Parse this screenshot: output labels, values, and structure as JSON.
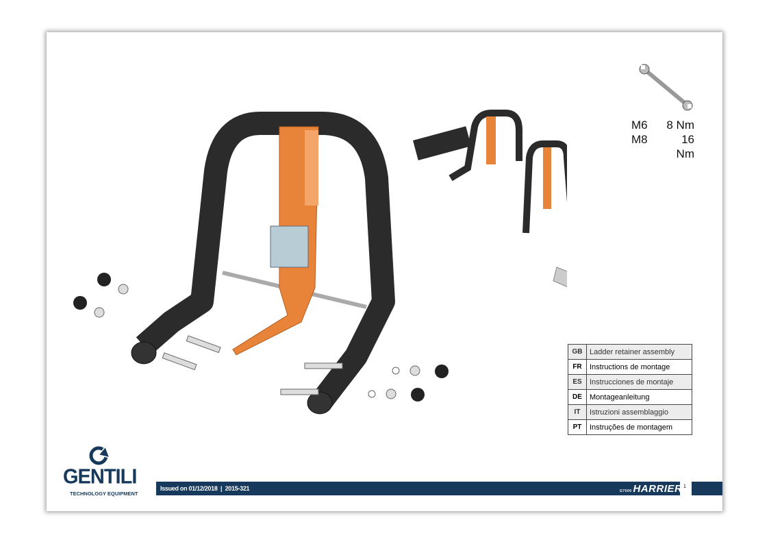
{
  "torque": [
    {
      "size": "M6",
      "value": "8 Nm"
    },
    {
      "size": "M8",
      "value": "16 Nm"
    }
  ],
  "languages": [
    {
      "code": "GB",
      "text": "Ladder retainer assembly"
    },
    {
      "code": "FR",
      "text": "Instructions de montage"
    },
    {
      "code": "ES",
      "text": "Instrucciones de montaje"
    },
    {
      "code": "DE",
      "text": "Montageanleitung"
    },
    {
      "code": "IT",
      "text": "Istruzioni assemblaggio"
    },
    {
      "code": "PT",
      "text": "Instruções de montagem"
    }
  ],
  "footer": {
    "issued": "Issued on 01/12/2018",
    "code": "2015-321",
    "product_logo": "HARRIER",
    "product_logo_small": "G7000",
    "page": "1"
  },
  "brand": {
    "name": "GENTILI",
    "tagline": "TECHNOLOGY EQUIPMENT",
    "color": "#173a5c"
  },
  "accent": {
    "strap": "#e8843a",
    "frame": "#2a2a2a"
  }
}
